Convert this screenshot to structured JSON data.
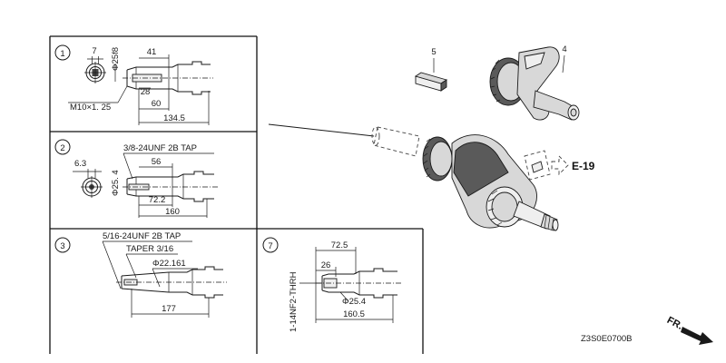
{
  "panels": {
    "p1": {
      "number": "1",
      "labels": {
        "d7": "7",
        "dia": "Φ25f8",
        "d41": "41",
        "d28": "28",
        "d60": "60",
        "d134": "134.5",
        "thread": "M10×1. 25"
      }
    },
    "p2": {
      "number": "2",
      "labels": {
        "tap": "3/8-24UNF 2B TAP",
        "d63": "6.3",
        "d56": "56",
        "dia": "Φ25. 4",
        "d722": "72.2",
        "d160": "160"
      }
    },
    "p3": {
      "number": "3",
      "labels": {
        "tap": "5/16-24UNF 2B TAP",
        "taper": "TAPER 3/16",
        "dia": "Φ22.161",
        "d177": "177"
      }
    },
    "p7": {
      "number": "7",
      "labels": {
        "thread": "1-14NF2-THRH",
        "d725": "72.5",
        "d26": "26",
        "dia": "Φ25.4",
        "d1605": "160.5"
      }
    }
  },
  "parts": {
    "key": "5",
    "gear": "4"
  },
  "reference": "E-19",
  "direction": "FR.",
  "code": "Z3S0E0700B"
}
